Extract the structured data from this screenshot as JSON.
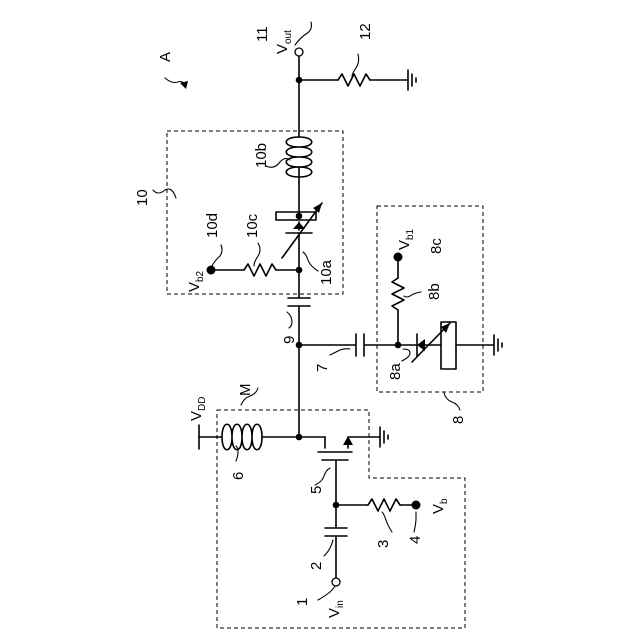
{
  "labels": {
    "diagram_ref": "A",
    "module_ref": "M",
    "n1": "1",
    "n2": "2",
    "n3": "3",
    "n4": "4",
    "n5": "5",
    "n6": "6",
    "n7": "7",
    "n8": "8",
    "n8a": "8a",
    "n8b": "8b",
    "n8c": "8c",
    "n9": "9",
    "n10": "10",
    "n10a": "10a",
    "n10b": "10b",
    "n10c": "10c",
    "n10d": "10d",
    "n11": "11",
    "n12": "12"
  },
  "terminals": {
    "vin": {
      "main": "V",
      "sub": "in"
    },
    "vout": {
      "main": "V",
      "sub": "out"
    },
    "vdd": {
      "main": "V",
      "sub": "DD"
    },
    "vb": {
      "main": "V",
      "sub": "b"
    },
    "vb1": {
      "main": "V",
      "sub": "b1"
    },
    "vb2": {
      "main": "V",
      "sub": "b2"
    }
  }
}
